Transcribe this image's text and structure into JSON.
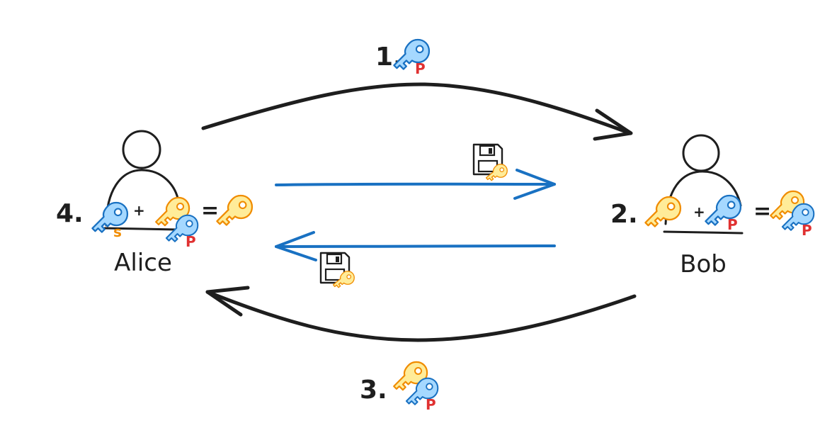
{
  "participants": {
    "alice": {
      "name": "Alice"
    },
    "bob": {
      "name": "Bob"
    }
  },
  "steps": {
    "step1": "1.",
    "step2": "2.",
    "step3": "3.",
    "step4": "4."
  },
  "operators": {
    "plus": "+",
    "equals": "="
  },
  "key_letters": {
    "private": "s",
    "public": "P"
  },
  "colors": {
    "ink": "#1e1e1e",
    "blue_arrow": "#1971c2",
    "blue_key": "#a5d8ff",
    "blue_key_stroke": "#1971c2",
    "yellow_key": "#ffec99",
    "yellow_key_stroke": "#f08c00",
    "letter_red": "#e03131",
    "letter_orange": "#f08c00"
  }
}
